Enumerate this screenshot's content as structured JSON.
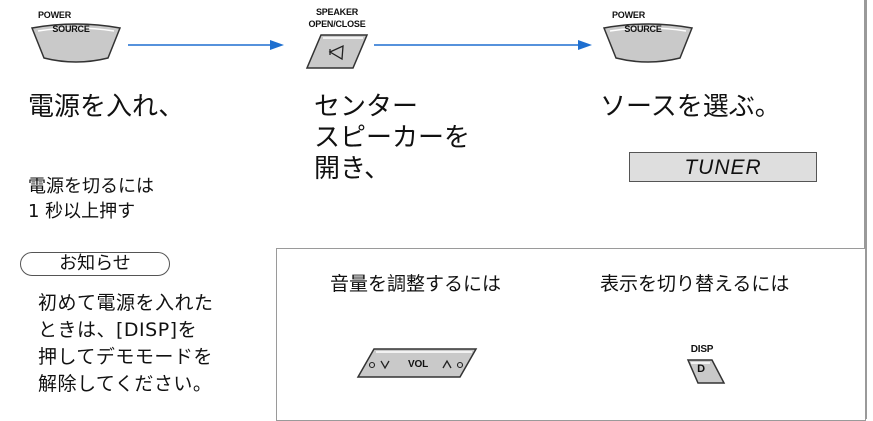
{
  "steps": [
    {
      "button_label_top": "POWER",
      "button_label_bottom": "SOURCE",
      "text": "電源を入れ、",
      "subtext_lines": [
        "電源を切るには",
        "1 秒以上押す"
      ]
    },
    {
      "button_label_top": "SPEAKER",
      "button_label_bottom": "OPEN/CLOSE",
      "text_lines": [
        "センター",
        "スピーカーを",
        "開き、"
      ]
    },
    {
      "button_label_top": "POWER",
      "button_label_bottom": "SOURCE",
      "text": "ソースを選ぶ。",
      "display_value": "TUNER"
    }
  ],
  "notice": {
    "label": "お知らせ",
    "lines": [
      "初めて電源を入れた",
      "ときは、[DISP]を",
      "押してデモモードを",
      "解除してください。"
    ]
  },
  "tips": {
    "volume_title": "音量を調整するには",
    "volume_button_label": "VOL",
    "display_title": "表示を切り替えるには",
    "disp_label": "DISP",
    "disp_button_letter": "D"
  },
  "colors": {
    "arrow": "#1e6fd0",
    "button_fill": "#c9c9c9",
    "display_bg": "#dedede",
    "rule": "#9a9a9a"
  }
}
